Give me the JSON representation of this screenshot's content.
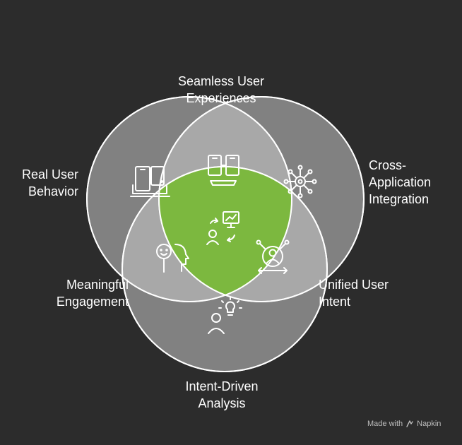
{
  "diagram": {
    "circles": [
      {
        "id": "real-user-behavior",
        "lines": [
          "Real User",
          "Behavior"
        ],
        "icon": "devices-icon"
      },
      {
        "id": "cross-application-integration",
        "lines": [
          "Cross-",
          "Application",
          "Integration"
        ],
        "icon": "network-icon"
      },
      {
        "id": "intent-driven-analysis",
        "lines": [
          "Intent-Driven",
          "Analysis"
        ],
        "icon": "person-idea-icon"
      }
    ],
    "overlaps": [
      {
        "id": "seamless-user-experiences",
        "lines": [
          "Seamless User",
          "Experiences"
        ],
        "icon": "phones-icon"
      },
      {
        "id": "meaningful-engagement",
        "lines": [
          "Meaningful",
          "Engagement"
        ],
        "icon": "head-smile-icon"
      },
      {
        "id": "unified-user-intent",
        "lines": [
          "Unified User",
          "Intent"
        ],
        "icon": "user-arrows-icon"
      }
    ],
    "center": {
      "icon": "analytics-cycle-icon",
      "color": "#7cb83f"
    },
    "colors": {
      "background": "#2c2c2c",
      "circle_fill": "#a3a3a3",
      "stroke": "#ffffff",
      "text": "#ffffff"
    }
  },
  "footer": {
    "made_with": "Made with",
    "brand": "Napkin"
  }
}
